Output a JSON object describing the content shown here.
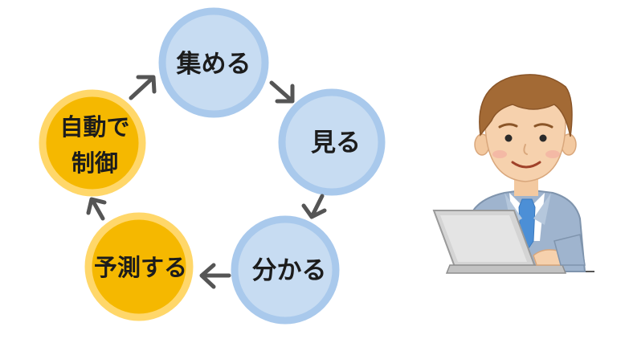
{
  "cycle": {
    "nodes": [
      {
        "id": "collect",
        "lines": [
          "集める"
        ],
        "kind": "blue"
      },
      {
        "id": "view",
        "lines": [
          "見る"
        ],
        "kind": "blue"
      },
      {
        "id": "understand",
        "lines": [
          "分かる"
        ],
        "kind": "blue"
      },
      {
        "id": "predict",
        "lines": [
          "予測する"
        ],
        "kind": "gold"
      },
      {
        "id": "control",
        "lines": [
          "自動で",
          "制御"
        ],
        "kind": "gold"
      }
    ],
    "arrow_direction": "clockwise"
  },
  "colors": {
    "blue_fill": "#c7dcf2",
    "blue_ring": "#a9c9ec",
    "gold_fill": "#f5b800",
    "gold_ring": "#ffd76a",
    "arrow": "#555555"
  },
  "illustration": {
    "subject": "office-worker-with-laptop"
  }
}
